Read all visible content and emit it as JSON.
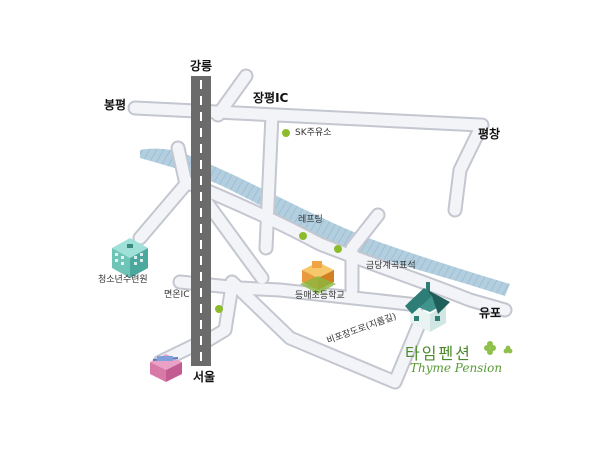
{
  "labels": {
    "gangneung": "강릉",
    "bongpyeong": "봉평",
    "jangpyeong_ic": "장평IC",
    "pyeongchang": "평창",
    "sk_gas": "SK주유소",
    "rafting": "레프팅",
    "geumdang_sign": "금당계곡표석",
    "youth_center": "청소년수련원",
    "deungmae_school": "등매초등학교",
    "myeonon_ic": "면온IC",
    "yupo": "유포",
    "bipo_road": "비포장도로(지름길)",
    "seoul": "서울",
    "pension_ko": "타임펜션",
    "pension_en": "Thyme Pension"
  },
  "colors": {
    "road_fill": "#eef0f6",
    "road_stroke": "#c4c6d0",
    "highway": "#6b6b6b",
    "river": "#a8c6d8",
    "marker": "#8cbc2c",
    "pension_roof": "#2e7d76",
    "brand": "#4a8a2a"
  },
  "icons": [
    "building-icon",
    "school-icon",
    "house-icon",
    "clover-icon",
    "shop-icon"
  ]
}
